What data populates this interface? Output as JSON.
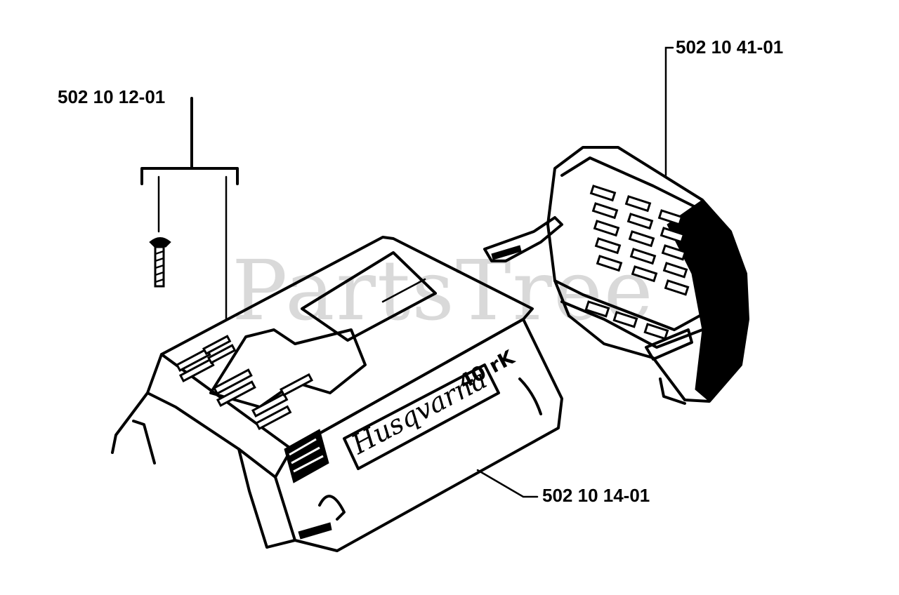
{
  "watermark": "PartsTree",
  "parts": [
    {
      "id": "screw",
      "number": "502 10 12-01"
    },
    {
      "id": "air-filter-cover",
      "number": "502 10 41-01"
    },
    {
      "id": "cylinder-cover",
      "number": "502 10 14-01"
    }
  ],
  "cover_markings": {
    "brand": "Husqvarna",
    "model": "40 rK"
  },
  "colors": {
    "ink": "#000000",
    "paper": "#ffffff",
    "watermark": "#d9d9d9"
  }
}
